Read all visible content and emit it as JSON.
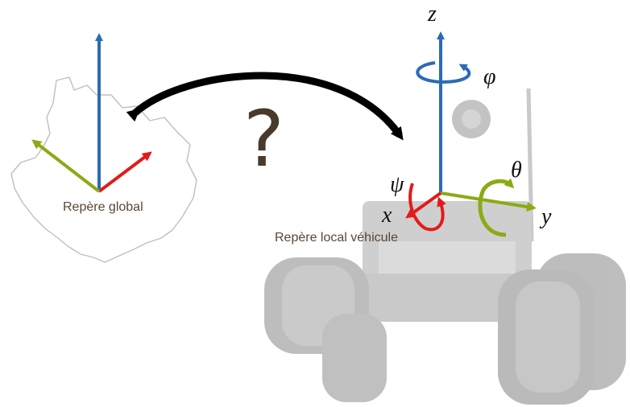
{
  "global_frame": {
    "label": "Repère global",
    "z_color": "#2a6cb4",
    "x_color": "#e21b1b",
    "y_color": "#8aab14"
  },
  "question_mark": "?",
  "local_frame": {
    "label": "Repère local véhicule",
    "axes": {
      "x": "x",
      "y": "y",
      "z": "z"
    },
    "angles": {
      "roll": "ψ",
      "pitch": "θ",
      "yaw": "φ"
    },
    "z_color": "#2a6cb4",
    "x_color": "#e21b1b",
    "y_color": "#8aab14"
  },
  "link_arrow_color": "#000000",
  "icons": {
    "map": "region-map-outline",
    "vehicle": "rover-robot-illustration"
  }
}
